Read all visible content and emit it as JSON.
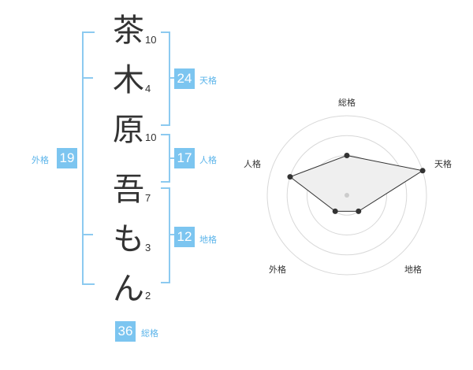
{
  "name": {
    "chars": [
      "茶",
      "木",
      "原",
      "吾",
      "も",
      "ん"
    ],
    "strokes": [
      "10",
      "4",
      "10",
      "7",
      "3",
      "2"
    ]
  },
  "fortune": {
    "tenkaku": {
      "label": "天格",
      "value": "24"
    },
    "jinkaku": {
      "label": "人格",
      "value": "17"
    },
    "chikaku": {
      "label": "地格",
      "value": "12"
    },
    "gaikaku": {
      "label": "外格",
      "value": "19"
    },
    "soukaku": {
      "label": "総格",
      "value": "36"
    }
  },
  "radar": {
    "axes": [
      "総格",
      "天格",
      "地格",
      "外格",
      "人格"
    ],
    "levels": 4,
    "scores": [
      2,
      4,
      1,
      1,
      3
    ],
    "max": 4
  },
  "colors": {
    "accent": "#7cc5f0",
    "label": "#5bb4ea",
    "bracket": "#8ccaf0",
    "text": "#333333",
    "grid": "#d8d8d8",
    "fill": "#efefef"
  }
}
